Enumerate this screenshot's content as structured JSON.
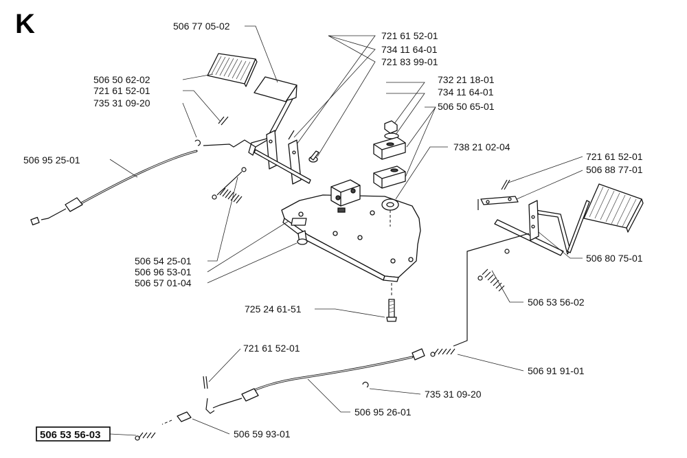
{
  "section_letter": "K",
  "labels": {
    "l1": "506 77 05-02",
    "l2": "721 61 52-01",
    "l3": "734 11 64-01",
    "l4": "721 83 99-01",
    "l5": "506 50 62-02",
    "l6": "721 61 52-01",
    "l7": "735 31 09-20",
    "l8": "732 21 18-01",
    "l9": "734 11 64-01",
    "l10": "506 50 65-01",
    "l11": "506 95 25-01",
    "l12": "738 21 02-04",
    "l13": "721 61 52-01",
    "l14": "506 88 77-01",
    "l15": "506 80 75-01",
    "l16": "506 54 25-01",
    "l17": "506 96 53-01",
    "l18": "506 57 01-04",
    "l19": "506 53 56-02",
    "l20": "725 24 61-51",
    "l21": "721 61 52-01",
    "l22": "506 91 91-01",
    "l23": "735 31 09-20",
    "l24": "506 95 26-01",
    "l25": "506 59 93-01",
    "l26": "506 53 56-03"
  }
}
